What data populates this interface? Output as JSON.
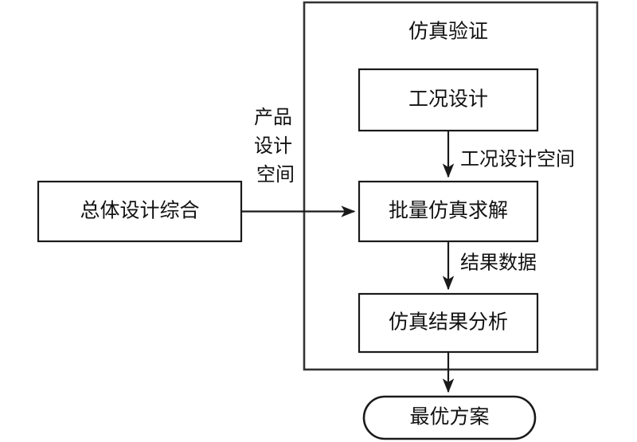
{
  "diagram": {
    "title_group": "仿真验证",
    "nodes": [
      {
        "id": "overall-design",
        "label": "总体设计综合",
        "shape": "rect"
      },
      {
        "id": "condition-design",
        "label": "工况设计",
        "shape": "rect"
      },
      {
        "id": "batch-simulation",
        "label": "批量仿真求解",
        "shape": "rect"
      },
      {
        "id": "result-analysis",
        "label": "仿真结果分析",
        "shape": "rect"
      },
      {
        "id": "optimal-scheme",
        "label": "最优方案",
        "shape": "rounded-terminal"
      }
    ],
    "edge_labels": {
      "product_design_space_line1": "产品",
      "product_design_space_line2": "设计",
      "product_design_space_line3": "空间",
      "condition_design_space": "工况设计空间",
      "result_data": "结果数据"
    },
    "colors": {
      "background": "#ffffff",
      "stroke": "#1a1a1a",
      "group_stroke": "#333333",
      "text": "#111111"
    }
  }
}
